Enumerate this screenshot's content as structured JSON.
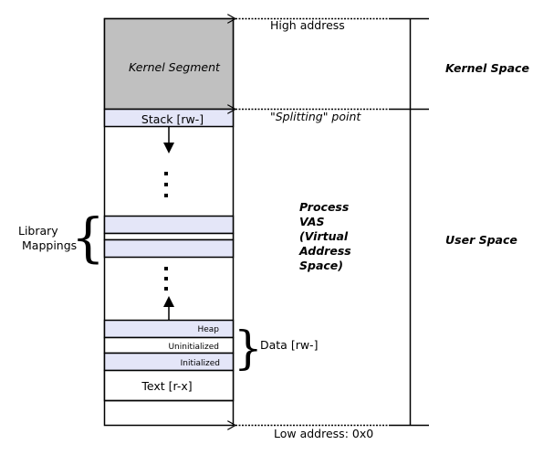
{
  "kernel_segment": "Kernel Segment",
  "stack": "Stack [rw-]",
  "heap": "Heap",
  "uninitialized": "Uninitialized",
  "initialized": "Initialized",
  "text": "Text [r-x]",
  "library_mappings_line1": "Library",
  "library_mappings_line2": "Mappings",
  "data_label": "Data [rw-]",
  "high_address": "High address",
  "splitting_point": "\"Splitting\" point",
  "low_address": "Low address: 0x0",
  "kernel_space": "Kernel Space",
  "user_space": "User Space",
  "process_vas_lines": [
    "Process",
    "VAS",
    "(Virtual",
    "Address",
    "Space)"
  ],
  "colors": {
    "kernel_fill": "#c0c0c0",
    "region_fill": "#e4e6f8",
    "line": "#000000"
  }
}
